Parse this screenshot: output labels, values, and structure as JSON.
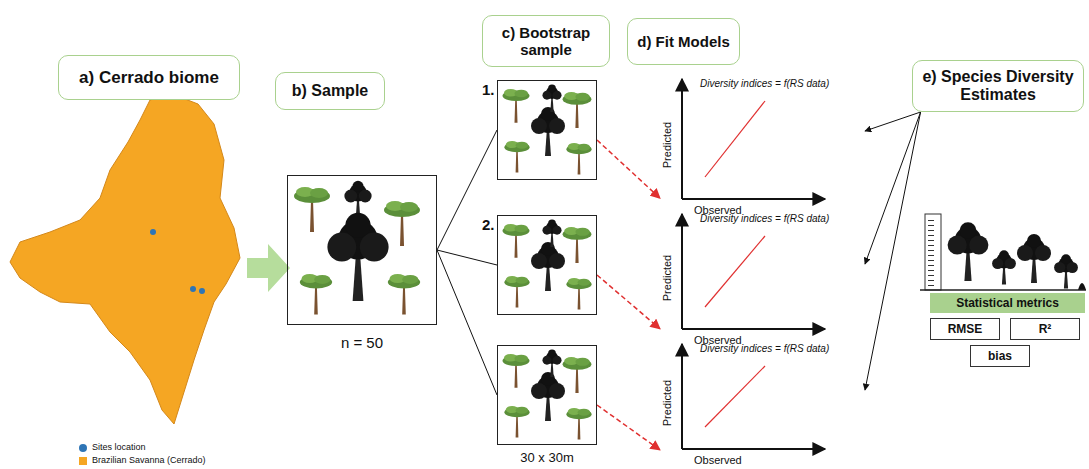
{
  "diagram": {
    "nodes": [
      {
        "text": [
          "a) Cerrado biome"
        ]
      },
      {
        "text": [
          "b) Sample"
        ]
      },
      {
        "text": [
          "n = 50"
        ]
      },
      {
        "text": [
          "c) Bootstrap sample"
        ]
      },
      {
        "text": [
          "d) Fit Models"
        ]
      },
      {
        "text": [
          "1."
        ]
      },
      {
        "text": [
          "2."
        ]
      },
      {
        "text": [
          "30 x 30m"
        ]
      },
      {
        "text": [
          "Diversity indices = f(RS data)",
          "Predicted",
          "Observed"
        ]
      },
      {
        "text": [
          "Diversity indices = f(RS data)",
          "Predicted",
          "Observed"
        ]
      },
      {
        "text": [
          "Diversity indices = f(RS data)",
          "Predicted",
          "Observed"
        ]
      },
      {
        "text": [
          "e) Species Diversity Estimates"
        ]
      },
      {
        "text": [
          "Statistical metrics"
        ]
      },
      {
        "text": [
          "RMSE"
        ]
      },
      {
        "text": [
          "R²"
        ]
      },
      {
        "text": [
          "bias"
        ]
      }
    ],
    "edges": [
      {
        "from": 2,
        "to": 5,
        "arrow": "none"
      },
      {
        "from": 2,
        "to": 6,
        "arrow": "none"
      },
      {
        "from": 2,
        "to": 7,
        "arrow": "none"
      },
      {
        "from": 5,
        "to": 8,
        "arrow": "to"
      },
      {
        "from": 6,
        "to": 9,
        "arrow": "to"
      },
      {
        "from": 7,
        "to": 10,
        "arrow": "to"
      },
      {
        "from": 11,
        "to": 8,
        "arrow": "to"
      },
      {
        "from": 11,
        "to": 9,
        "arrow": "to"
      },
      {
        "from": 11,
        "to": 10,
        "arrow": "to"
      }
    ],
    "legend": [
      {
        "text": "Sites location"
      },
      {
        "text": "Brazilian Savanna (Cerrado)",
        "color": "#f5a623"
      }
    ]
  }
}
